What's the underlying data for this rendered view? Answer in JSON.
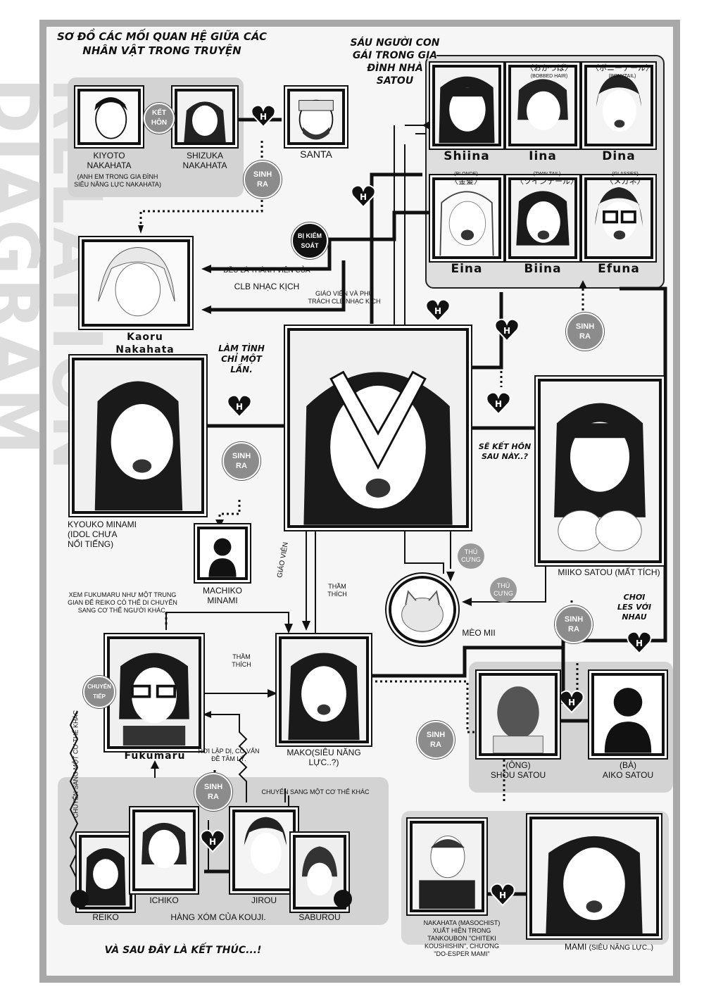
{
  "title": {
    "line1": "Sơ đồ các mối quan hệ giữa các",
    "line2": "nhân vật trong truyện"
  },
  "satou_title": {
    "l1": "Sáu người con",
    "l2": "gái trong gia",
    "l3": "đình nhà",
    "l4": "Satou"
  },
  "watermark": "RELATION DIAGRAM",
  "heart_symbol": "H",
  "characters": {
    "kiyoto": {
      "l1": "Kiyoto",
      "l2": "Nakahata"
    },
    "shizuka": {
      "l1": "Shizuka",
      "l2": "Nakahata"
    },
    "santa": "Santa",
    "kaoru": {
      "l1": "Kaoru",
      "l2": "Nakahata"
    },
    "kyouko": {
      "l1": "Kyouko Minami",
      "l2": "(Idol chưa",
      "l3": "nổi tiếng)"
    },
    "machiko": {
      "l1": "Machiko",
      "l2": "Minami"
    },
    "miiko": {
      "name": "Miiko Satou",
      "note": "(mất tích)"
    },
    "meo": "Mèo Mii",
    "fukumaru": "Fukumaru",
    "mako": {
      "l1": "Mako(siêu năng",
      "l2": "lực..?)"
    },
    "shou": {
      "l1": "(Ông)",
      "l2": "Shou Satou"
    },
    "aiko": {
      "l1": "(Bà)",
      "l2": "Aiko Satou"
    },
    "reiko": "Reiko",
    "ichiko": "Ichiko",
    "jirou": "Jirou",
    "saburou": "Saburou",
    "mami": {
      "name": "Mami",
      "note": "(siêu năng lực..)"
    },
    "nakahata_m": {
      "l1": "Nakahata (Masochist)",
      "l2": "xuất hiện trong",
      "l3": "Tankoubon \"Chiteki",
      "l4": "Koushishin\", chương",
      "l5": "\"Do-Esper Mami\""
    }
  },
  "sisters": [
    {
      "name": "Shiina",
      "jp": "",
      "en": ""
    },
    {
      "name": "Iina",
      "jp": "〈おかっぱ〉",
      "en": "(BOBBED HAIR)"
    },
    {
      "name": "Dina",
      "jp": "〈ポニーテール〉",
      "en": "(PONYTAIL)"
    },
    {
      "name": "Eina",
      "jp": "〈金髪〉",
      "en": "(BLONDE)"
    },
    {
      "name": "Biina",
      "jp": "〈ツインテール〉",
      "en": "(TWIN TAIL)"
    },
    {
      "name": "Efuna",
      "jp": "〈メガネ〉",
      "en": "(GLASSES)"
    }
  ],
  "relations": {
    "ket_hon": {
      "l1": "Kết",
      "l2": "hôn"
    },
    "anh_em": {
      "l1": "(Anh em trong gia đình",
      "l2": "siêu năng lực Nakahata)"
    },
    "sinh_ra": {
      "l1": "Sinh",
      "l2": "ra"
    },
    "bi_kiem_soat": {
      "l1": "Bị kiểm",
      "l2": "soát"
    },
    "thanh_vien": "Đều là thành viên của",
    "clb": "CLB nhạc kịch",
    "giao_vien_phu_trach": {
      "l1": "Giáo viên và phụ",
      "l2": "trách CLB nhạc kịch"
    },
    "lam_tinh": {
      "l1": "Làm tình",
      "l2": "chỉ một",
      "l3": "lần."
    },
    "se_ket_hon": {
      "l1": "Sẽ kết hôn",
      "l2": "sau này..?"
    },
    "thu_cung": {
      "l1": "Thú",
      "l2": "cưng"
    },
    "giao_vien": "Giáo viên",
    "tham_thich": {
      "l1": "Thầm",
      "l2": "thích"
    },
    "xem_fukumaru": {
      "l1": "Xem Fukumaru như một trung",
      "l2": "gian để Reiko có thể di chuyển",
      "l3": "sang cơ thể người khác."
    },
    "choi_les": {
      "l1": "Chơi",
      "l2": "les với",
      "l3": "nhau"
    },
    "chuyen_tiep": {
      "l1": "Chuyển",
      "l2": "tiếp"
    },
    "hoi_lap_di": {
      "l1": "Hơi lập dị, có vấn",
      "l2": "đề tâm lý."
    },
    "chuyen_sang_1": "Chuyển sang một cơ thể khác",
    "chuyen_sang_2": "Chuyển sang một cơ thể khác",
    "hang_xom": "Hàng xóm của Kouji."
  },
  "ending": "Và sau đây là kết thúc...!"
}
